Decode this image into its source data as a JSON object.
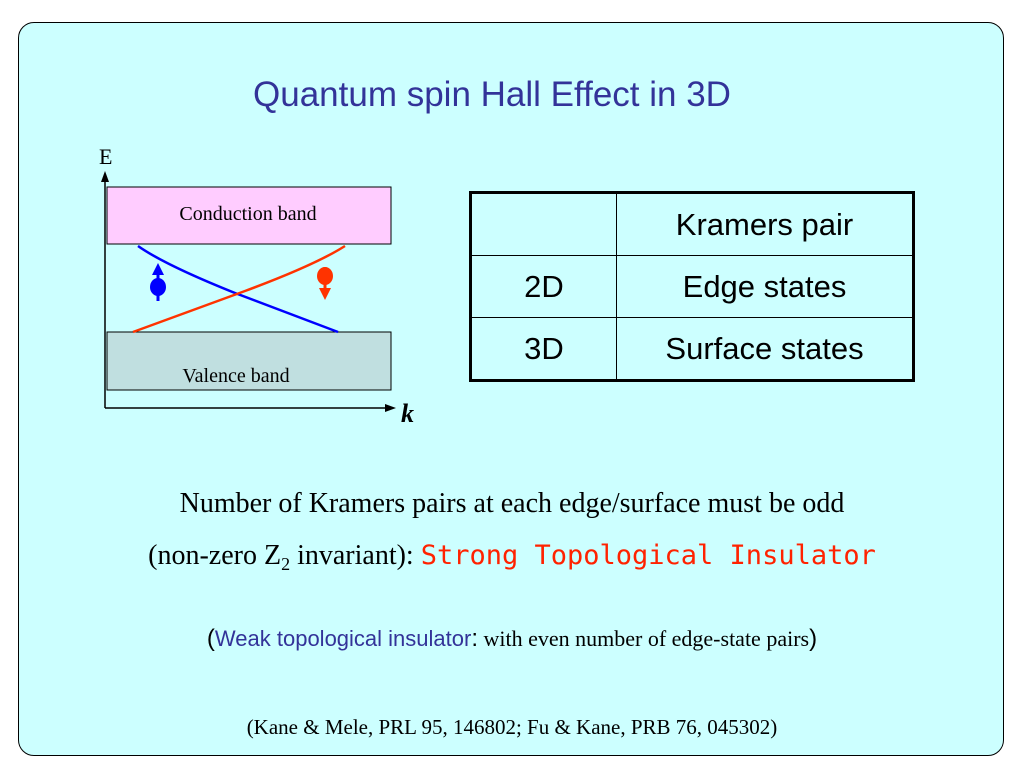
{
  "slide": {
    "title": "Quantum spin Hall Effect in 3D"
  },
  "diagram": {
    "energy_axis_label": "E",
    "momentum_axis_label": "k",
    "conduction_band_label": "Conduction band",
    "valence_band_label": "Valence band",
    "colors": {
      "conduction_band": "#ffccff",
      "valence_band": "#c0dfe0",
      "spin_up_state": "#0000ff",
      "spin_down_state": "#ff3300"
    },
    "icons": [
      "spin-up-arrow-icon",
      "spin-down-arrow-icon"
    ]
  },
  "table": {
    "header": [
      "",
      "Kramers pair"
    ],
    "rows": [
      [
        "2D",
        "Edge states"
      ],
      [
        "3D",
        "Surface states"
      ]
    ]
  },
  "text": {
    "line1": "Number of Kramers pairs at each edge/surface must be odd",
    "line2_prefix": "(non-zero Z",
    "line2_subscript": "2",
    "line2_suffix": " invariant): ",
    "line2_highlight": "Strong Topological Insulator",
    "line3_open": "(",
    "line3_weak": "Weak topological insulator",
    "line3_colon": ":",
    "line3_rest": " with even number of edge-state pairs",
    "line3_close": ")",
    "reference": "(Kane & Mele, PRL 95, 146802; Fu & Kane, PRB 76, 045302)"
  },
  "colors": {
    "slide_background": "#ccffff",
    "title": "#333399",
    "highlight": "#ff2200",
    "weak_text": "#333399"
  }
}
